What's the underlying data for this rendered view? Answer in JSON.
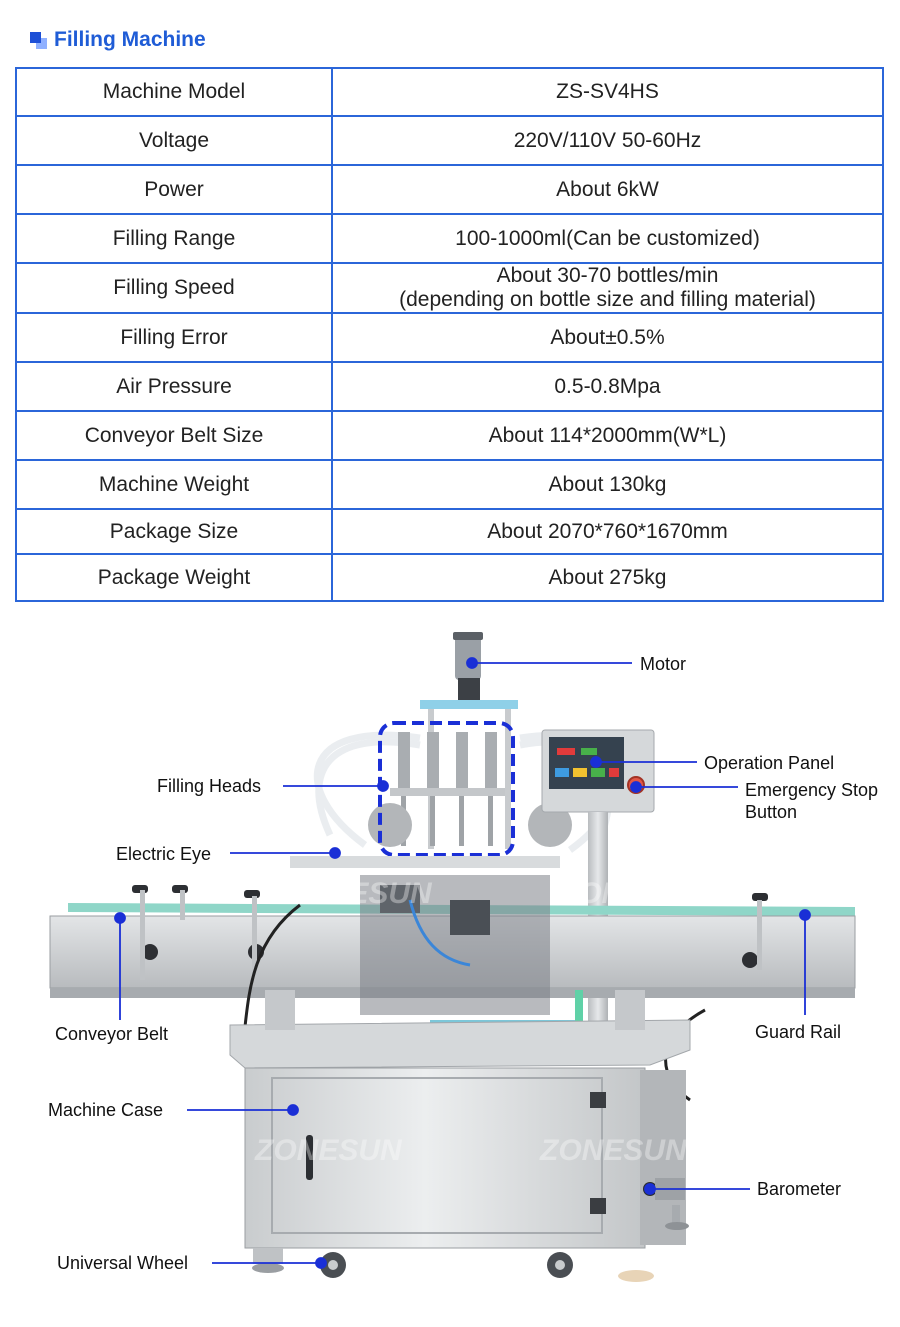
{
  "section_title": "Filling Machine",
  "specs": [
    {
      "label": "Machine Model",
      "value": "ZS-SV4HS"
    },
    {
      "label": "Voltage",
      "value": "220V/110V 50-60Hz"
    },
    {
      "label": "Power",
      "value": "About 6kW"
    },
    {
      "label": "Filling Range",
      "value": "100-1000ml(Can be customized)"
    },
    {
      "label": "Filling Speed",
      "value": "About 30-70 bottles/min",
      "value_line2": "(depending on bottle size and filling material)"
    },
    {
      "label": "Filling Error",
      "value": "About±0.5%"
    },
    {
      "label": "Air Pressure",
      "value": "0.5-0.8Mpa"
    },
    {
      "label": "Conveyor Belt Size",
      "value": "About 114*2000mm(W*L)"
    },
    {
      "label": "Machine Weight",
      "value": "About 130kg"
    },
    {
      "label": "Package Size",
      "value": "About 2070*760*1670mm"
    },
    {
      "label": "Package Weight",
      "value": "About 275kg"
    }
  ],
  "callouts": {
    "motor": "Motor",
    "operation_panel": "Operation Panel",
    "filling_heads": "Filling Heads",
    "emergency_stop_line1": "Emergency Stop",
    "emergency_stop_line2": "Button",
    "electric_eye": "Electric Eye",
    "conveyor_belt": "Conveyor Belt",
    "guard_rail": "Guard Rail",
    "machine_case": "Machine Case",
    "barometer": "Barometer",
    "universal_wheel": "Universal Wheel"
  },
  "watermark": "ZONESUN",
  "colors": {
    "accent": "#2b66d9",
    "title": "#1f5cd6",
    "callout_dot": "#1a2fd6",
    "highlight_box": "#1a2fd6"
  }
}
